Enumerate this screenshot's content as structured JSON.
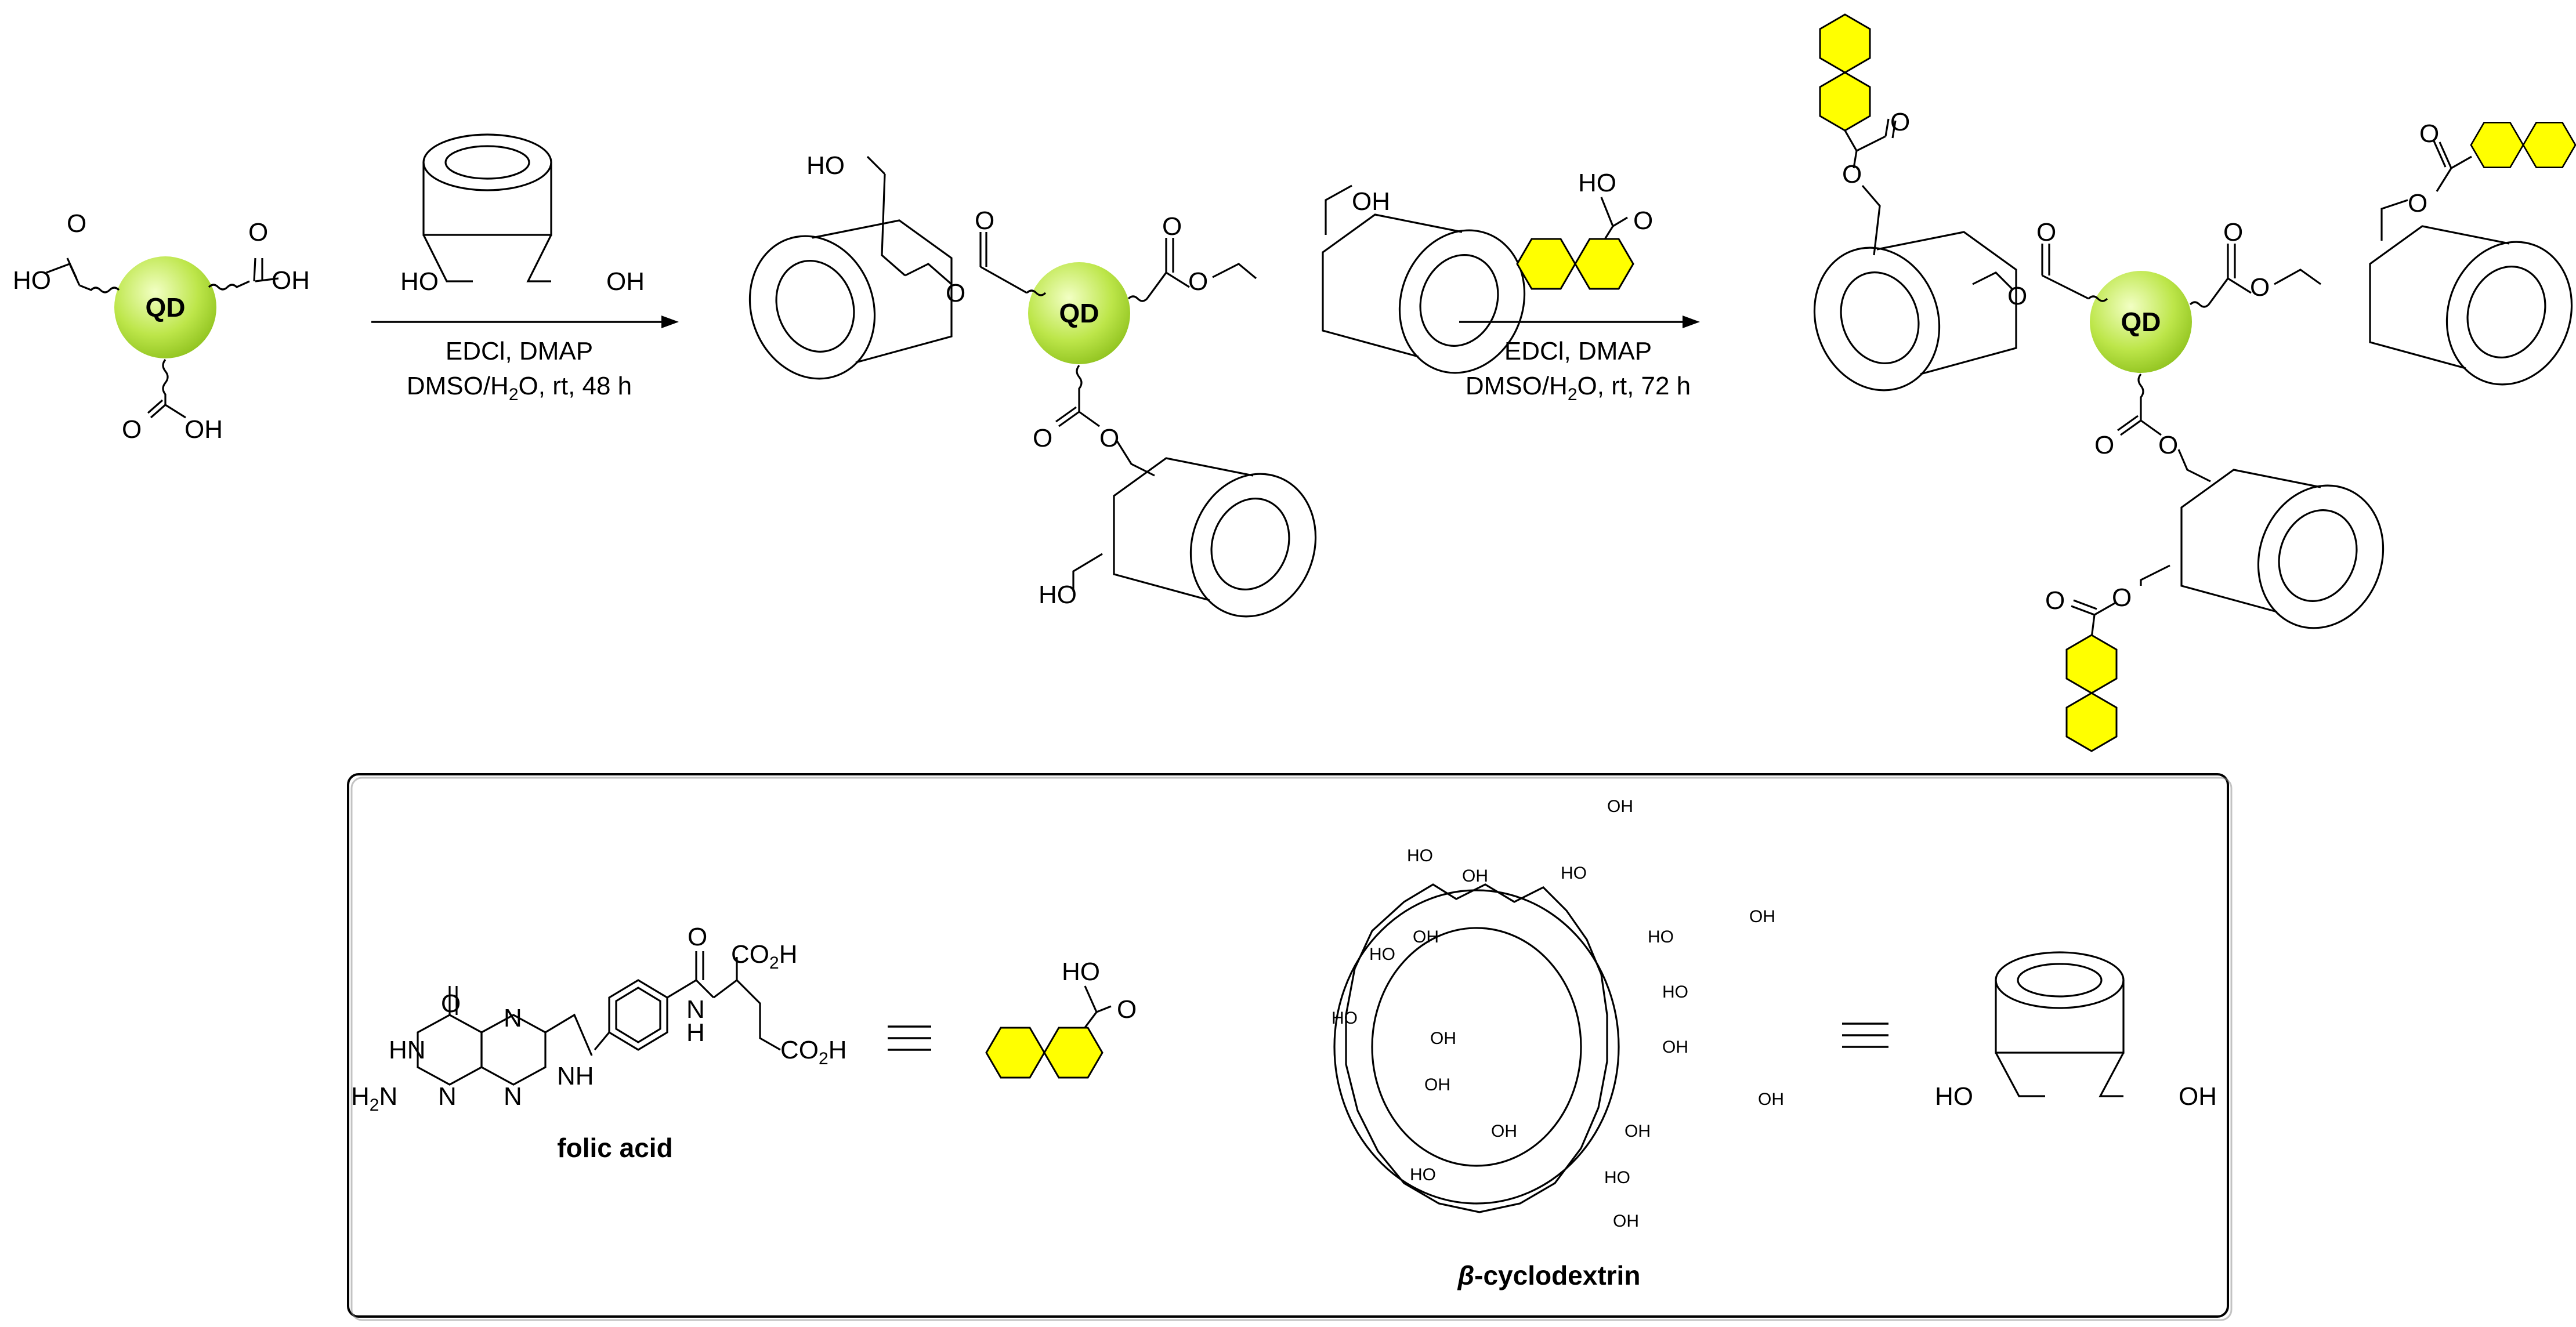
{
  "qd_label": "QD",
  "groups": {
    "ho": "HO",
    "oh": "OH",
    "o": "O",
    "n": "N",
    "h": "H",
    "nh": "NH",
    "hn": "HN"
  },
  "step1": {
    "line1": "EDCl, DMAP",
    "line2_pre": "DMSO/H",
    "line2_sub": "2",
    "line2_post": "O, rt, 48 h"
  },
  "step2": {
    "line1": "EDCl, DMAP",
    "line2_pre": "DMSO/H",
    "line2_sub": "2",
    "line2_post": "O, rt, 72 h"
  },
  "legend": {
    "folic_acid_label": "folic acid",
    "cyclodextrin_label_italic": "β",
    "cyclodextrin_label_rest": "-cyclodextrin",
    "folate": {
      "co2h_pre": "CO",
      "co2h_sub": "2",
      "co2h_post": "H",
      "h2n_pre": "H",
      "h2n_sub": "2",
      "h2n_post": "N",
      "o": "O",
      "hn": "HN",
      "nh": "NH",
      "n": "N",
      "h": "H"
    }
  },
  "colors": {
    "qd_fill": "#b7e33c",
    "qd_highlight": "#eaffb0",
    "ring_fill": "#ffff00",
    "frame": "#000000"
  }
}
